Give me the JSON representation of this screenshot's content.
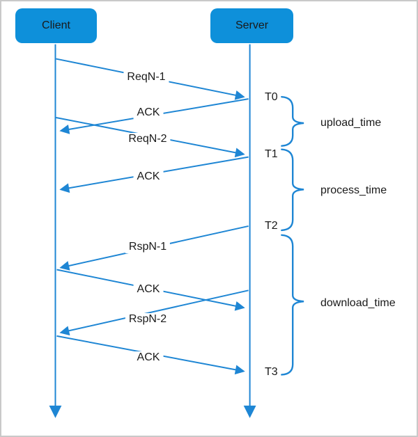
{
  "diagram": {
    "type": "sequence-diagram",
    "actors": [
      {
        "id": "client",
        "label": "Client"
      },
      {
        "id": "server",
        "label": "Server"
      }
    ],
    "messages": [
      {
        "label": "ReqN-1",
        "from": "client",
        "to": "server"
      },
      {
        "label": "ACK",
        "from": "server",
        "to": "client"
      },
      {
        "label": "ReqN-2",
        "from": "client",
        "to": "server"
      },
      {
        "label": "ACK",
        "from": "server",
        "to": "client"
      },
      {
        "label": "RspN-1",
        "from": "server",
        "to": "client"
      },
      {
        "label": "ACK",
        "from": "client",
        "to": "server"
      },
      {
        "label": "RspN-2",
        "from": "server",
        "to": "client"
      },
      {
        "label": "ACK",
        "from": "client",
        "to": "server"
      }
    ],
    "time_markers": [
      {
        "label": "T0"
      },
      {
        "label": "T1"
      },
      {
        "label": "T2"
      },
      {
        "label": "T3"
      }
    ],
    "intervals": [
      {
        "label": "upload_time",
        "from": "T0",
        "to": "T1"
      },
      {
        "label": "process_time",
        "from": "T1",
        "to": "T2"
      },
      {
        "label": "download_time",
        "from": "T2",
        "to": "T3"
      }
    ],
    "colors": {
      "shape_blue": "#0e90da",
      "line_blue": "#1e86d4",
      "text": "#1a1a1a",
      "border_gray": "#c9c9c9"
    }
  }
}
